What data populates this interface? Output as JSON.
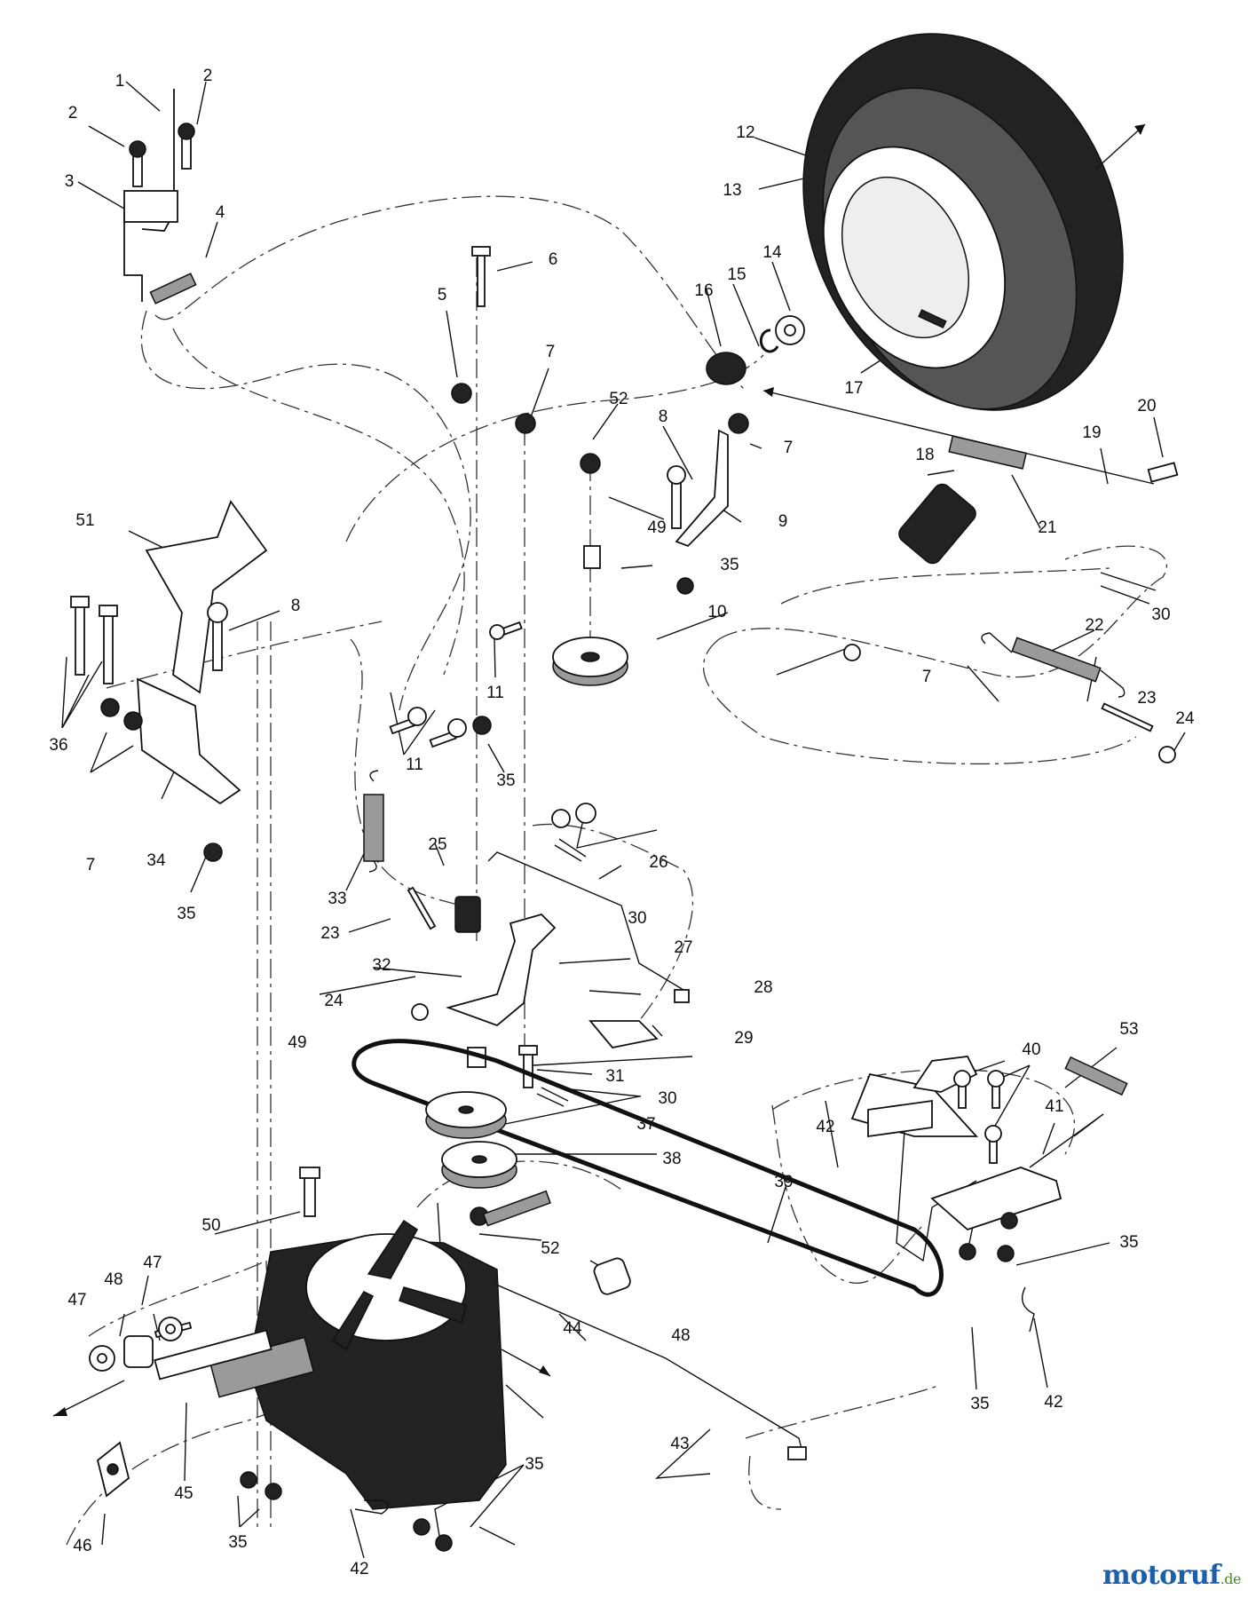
{
  "watermark": {
    "main": "motoruf",
    "suffix": ".de",
    "color": "#1d5fa8"
  },
  "callouts": [
    "1",
    "2",
    "2",
    "3",
    "4",
    "5",
    "6",
    "7",
    "7",
    "7",
    "7",
    "8",
    "8",
    "9",
    "10",
    "11",
    "11",
    "12",
    "13",
    "14",
    "15",
    "16",
    "17",
    "18",
    "19",
    "20",
    "21",
    "22",
    "23",
    "23",
    "24",
    "24",
    "25",
    "26",
    "27",
    "28",
    "29",
    "30",
    "30",
    "30",
    "31",
    "32",
    "33",
    "34",
    "35",
    "35",
    "35",
    "35",
    "35",
    "35",
    "35",
    "36",
    "37",
    "38",
    "39",
    "40",
    "41",
    "42",
    "42",
    "42",
    "43",
    "44",
    "45",
    "46",
    "47",
    "47",
    "48",
    "48",
    "49",
    "49",
    "50",
    "51",
    "52",
    "52",
    "53"
  ]
}
